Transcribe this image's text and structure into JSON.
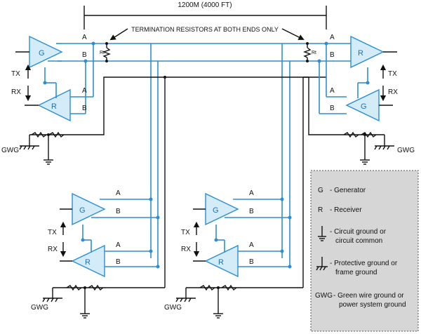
{
  "title": {
    "distance": "1200M (4000 FT)",
    "termination": "TERMINATION RESISTORS AT BOTH ENDS ONLY"
  },
  "colors": {
    "bus": "#2a8fd4",
    "ground": "#111111",
    "driver_fill": "#d4ebf8",
    "legend_bg": "#d6d6d6"
  },
  "labels": {
    "generator": "G",
    "receiver": "R",
    "line_a": "A",
    "line_b": "B",
    "resistor": "Rt",
    "tx": "TX",
    "rx": "RX",
    "gwg": "GWG"
  },
  "legend": {
    "items": [
      {
        "symbol": "G",
        "text1": "-  Generator",
        "text2": ""
      },
      {
        "symbol": "R",
        "text1": "-  Receiver",
        "text2": ""
      },
      {
        "symbol": "circuit-ground-icon",
        "text1": "-  Circuit ground or",
        "text2": "circuit common"
      },
      {
        "symbol": "protective-ground-icon",
        "text1": "-  Protective ground or",
        "text2": "frame ground"
      },
      {
        "symbol": "GWG",
        "text1": "-  Green wire ground or",
        "text2": "power system ground"
      }
    ]
  }
}
